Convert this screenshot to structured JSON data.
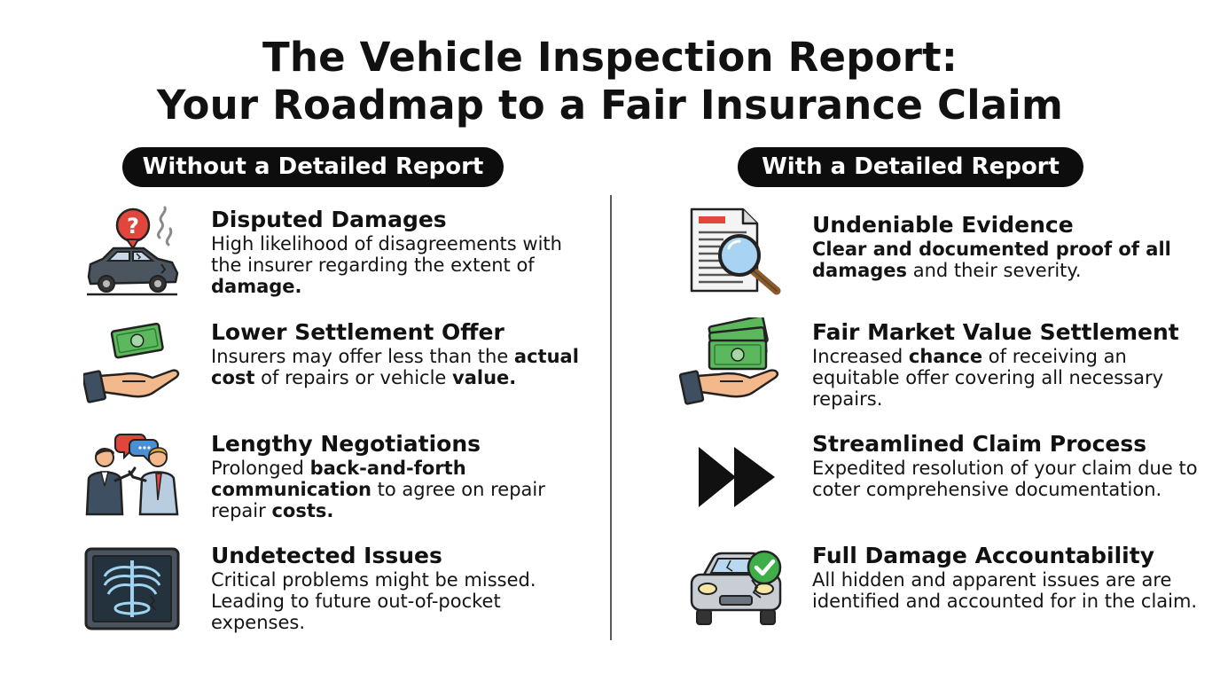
{
  "title": {
    "line1": "The Vehicle Inspection Report:",
    "line2": "Your Roadmap to a Fair Insurance Claim"
  },
  "left": {
    "heading": "Without a Detailed Report",
    "items": [
      {
        "icon": "damaged-car-question-icon",
        "title": "Disputed Damages",
        "desc": [
          {
            "t": "High likelihood of disagreements with the insurer regarding the extent of "
          },
          {
            "t": "damage.",
            "b": true
          }
        ]
      },
      {
        "icon": "hand-holding-cash-icon",
        "title": "Lower Settlement Offer",
        "desc": [
          {
            "t": "Insurers may offer less than the "
          },
          {
            "t": "actual cost",
            "b": true
          },
          {
            "t": " of repairs or vehicle "
          },
          {
            "t": "value.",
            "b": true
          }
        ]
      },
      {
        "icon": "arguing-people-icon",
        "title": "Lengthy Negotiations",
        "desc": [
          {
            "t": "Prolonged "
          },
          {
            "t": "back-and-forth communication",
            "b": true
          },
          {
            "t": " to agree on repair repair "
          },
          {
            "t": "costs.",
            "b": true
          }
        ]
      },
      {
        "icon": "xray-scan-icon",
        "title": "Undetected Issues",
        "desc": [
          {
            "t": "Critical problems might be missed. Leading to future out-of-pocket expenses."
          }
        ]
      }
    ]
  },
  "right": {
    "heading": "With a Detailed Report",
    "items": [
      {
        "icon": "document-magnifier-icon",
        "title": "Undeniable Evidence",
        "desc": [
          {
            "t": "Clear and documented proof of all damages",
            "b": true
          },
          {
            "t": " and their severity."
          }
        ]
      },
      {
        "icon": "hand-holding-cash-stack-icon",
        "title": "Fair Market Value Settlement",
        "desc": [
          {
            "t": "Increased "
          },
          {
            "t": "chance",
            "b": true
          },
          {
            "t": " of receiving an equitable offer covering all necessary repairs."
          }
        ]
      },
      {
        "icon": "fast-forward-icon",
        "title": "Streamlined Claim Process",
        "desc": [
          {
            "t": "Expedited resolution of your claim due to coter comprehensive documentation."
          }
        ]
      },
      {
        "icon": "car-check-icon",
        "title": "Full Damage Accountability",
        "desc": [
          {
            "t": "All hidden and apparent issues are are identified and accounted for in the claim."
          }
        ]
      }
    ]
  },
  "colors": {
    "text": "#111111",
    "pill": "#0d0d0d",
    "divider": "#5a5a5a",
    "red": "#e0463c",
    "green": "#3fae49",
    "money": "#5cb85c",
    "skin": "#f3b98c",
    "slate": "#4a5560",
    "blue": "#4a8fd1"
  }
}
